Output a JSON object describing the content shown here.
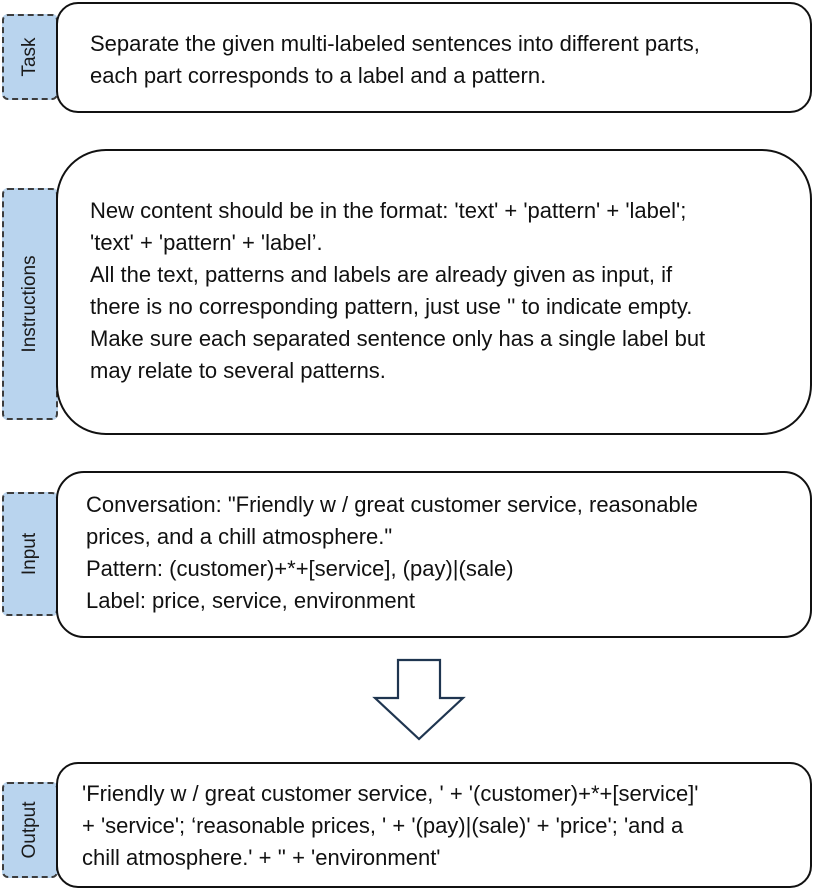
{
  "task": {
    "label": "Task",
    "lines": [
      "Separate the given multi-labeled sentences into different parts,",
      "each part corresponds to a label and a pattern."
    ]
  },
  "instructions": {
    "label": "Instructions",
    "lines": [
      "New content should be in the format: 'text' + 'pattern' + 'label';",
      "'text' + 'pattern' + 'label’.",
      "All the text, patterns and labels are already given as input, if",
      "there is no corresponding pattern, just use '' to indicate empty.",
      "Make sure each separated sentence only has a single label but",
      "may relate to several patterns."
    ]
  },
  "input": {
    "label": "Input",
    "lines": [
      "Conversation: \"Friendly w / great customer service, reasonable",
      "prices, and a chill atmosphere.\"",
      "Pattern: (customer)+*+[service], (pay)|(sale)",
      "Label: price, service, environment"
    ]
  },
  "output": {
    "label": "Output",
    "lines": [
      "'Friendly w / great customer service, ' + '(customer)+*+[service]'",
      "+ 'service'; ‘reasonable prices, ' + '(pay)|(sale)' + 'price'; 'and a",
      "chill atmosphere.' + '' + 'environment'"
    ]
  },
  "arrow": {
    "icon": "down-arrow-icon"
  }
}
